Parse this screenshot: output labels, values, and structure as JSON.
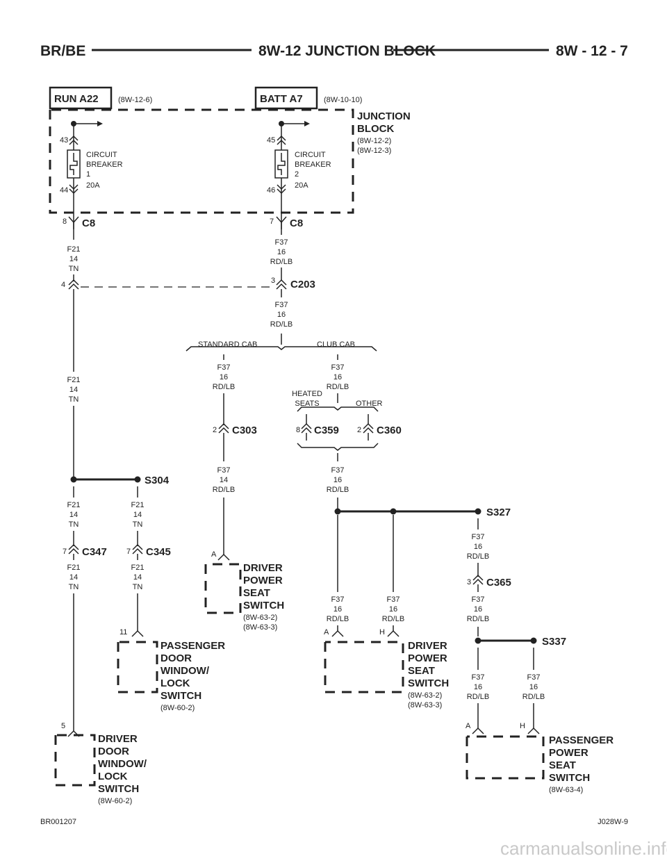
{
  "header": {
    "left": "BR/BE",
    "center": "8W-12 JUNCTION BLOCK",
    "right": "8W - 12 - 7"
  },
  "sources": {
    "run": {
      "label": "RUN A22",
      "ref": "(8W-12-6)"
    },
    "batt": {
      "label": "BATT A7",
      "ref": "(8W-10-10)"
    }
  },
  "junction_block": {
    "title1": "JUNCTION",
    "title2": "BLOCK",
    "ref1": "(8W-12-2)",
    "ref2": "(8W-12-3)"
  },
  "cb1": {
    "line1": "CIRCUIT",
    "line2": "BREAKER",
    "line3": "1",
    "line4": "20A",
    "pin_in": "43",
    "pin_out": "44"
  },
  "cb2": {
    "line1": "CIRCUIT",
    "line2": "BREAKER",
    "line3": "2",
    "line4": "20A",
    "pin_in": "45",
    "pin_out": "46"
  },
  "connectors": {
    "c8_left": {
      "name": "C8",
      "pin": "8"
    },
    "c8_right": {
      "name": "C8",
      "pin": "7"
    },
    "c203": {
      "name": "C203",
      "pin_left": "4",
      "pin_right": "3"
    },
    "c303": {
      "name": "C303",
      "pin": "2"
    },
    "c359": {
      "name": "C359",
      "pin": "8"
    },
    "c360": {
      "name": "C360",
      "pin": "2"
    },
    "c347": {
      "name": "C347",
      "pin": "7"
    },
    "c345": {
      "name": "C345",
      "pin": "7"
    },
    "c365": {
      "name": "C365",
      "pin": "3"
    }
  },
  "splices": {
    "s304": "S304",
    "s327": "S327",
    "s337": "S337"
  },
  "options": {
    "standard_cab": "STANDARD CAB",
    "club_cab": "CLUB CAB",
    "heated1": "HEATED",
    "heated2": "SEATS",
    "other": "OTHER"
  },
  "wires": {
    "f21": {
      "circuit": "F21",
      "gauge": "14",
      "color": "TN"
    },
    "f37": {
      "circuit": "F37",
      "gauge": "16",
      "color": "RD/LB"
    },
    "f37_14": {
      "circuit": "F37",
      "gauge": "14",
      "color": "RD/LB"
    }
  },
  "components": {
    "driver_seat_std": {
      "lines": [
        "DRIVER",
        "POWER",
        "SEAT",
        "SWITCH"
      ],
      "ref1": "(8W-63-2)",
      "ref2": "(8W-63-3)",
      "pin": "A"
    },
    "passenger_door": {
      "lines": [
        "PASSENGER",
        "DOOR",
        "WINDOW/",
        "LOCK",
        "SWITCH"
      ],
      "ref": "(8W-60-2)",
      "pin": "11"
    },
    "driver_door": {
      "lines": [
        "DRIVER",
        "DOOR",
        "WINDOW/",
        "LOCK",
        "SWITCH"
      ],
      "ref": "(8W-60-2)",
      "pin": "5"
    },
    "driver_seat_club": {
      "lines": [
        "DRIVER",
        "POWER",
        "SEAT",
        "SWITCH"
      ],
      "ref1": "(8W-63-2)",
      "ref2": "(8W-63-3)",
      "pin_a": "A",
      "pin_h": "H"
    },
    "passenger_seat": {
      "lines": [
        "PASSENGER",
        "POWER",
        "SEAT",
        "SWITCH"
      ],
      "ref": "(8W-63-4)",
      "pin_a": "A",
      "pin_h": "H"
    }
  },
  "footer": {
    "left": "BR001207",
    "right": "J028W-9"
  },
  "watermark": "carmanualsonline.info"
}
